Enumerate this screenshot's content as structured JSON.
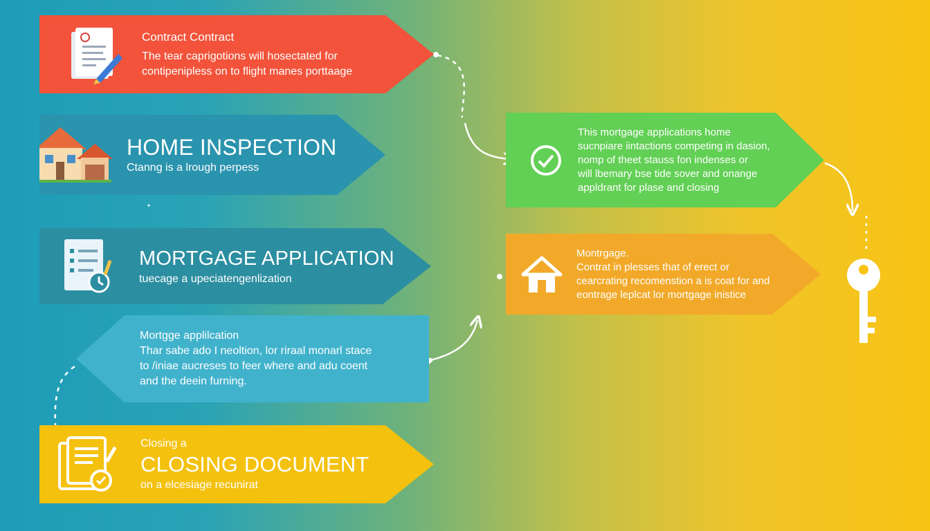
{
  "steps": {
    "contract": {
      "title": "Contract Contract",
      "lines": [
        "The tear caprigotions will hosectated for",
        "contipenipless on to flight manes porttaage"
      ],
      "color": "#f2533a"
    },
    "home_inspection": {
      "title": "HOME INSPECTION",
      "subtitle": "Ctanng is a lrough perpess",
      "color": "#2a93ad"
    },
    "mortgage_application": {
      "title": "MORTGAGE APPLICATION",
      "subtitle": "tuecage a upeciatengenlization",
      "color": "#2c8ea1"
    },
    "mortgage_left": {
      "title": "Mortgge applilcation",
      "lines": [
        "Thar sabe ado I neoltion, lor riraal monarl stace",
        "to /iniae aucreses to feer where and adu coent",
        "and the deein furning."
      ],
      "color": "#41b2cc"
    },
    "closing": {
      "pretitle": "Closing a",
      "title": "CLOSING DOCUMENT",
      "subtitle": "on a elcesiage recunirat",
      "color": "#f4c10f"
    },
    "green": {
      "lines": [
        "This mortgage applications home",
        "sucnpiare iintactions competing in dasion,",
        "nomp of theet stauss fon indenses or",
        "will lbemary bse tide sover and onange",
        "appldrant for plase and closing"
      ],
      "color": "#62cf55"
    },
    "orange": {
      "title": "Montrgage.",
      "lines": [
        "Contrat in plesses that of erect or",
        "cearcrating recomenstion a is coat for and",
        "eontrage leplcat lor mortgage inistice"
      ],
      "color": "#f2a92a"
    }
  },
  "icons": {
    "contract": "contract-document-icon",
    "home_inspection": "house-icon",
    "mortgage_application": "checklist-document-icon",
    "closing": "closing-document-icon",
    "green": "check-circle-icon",
    "orange": "home-icon",
    "key": "key-icon"
  }
}
